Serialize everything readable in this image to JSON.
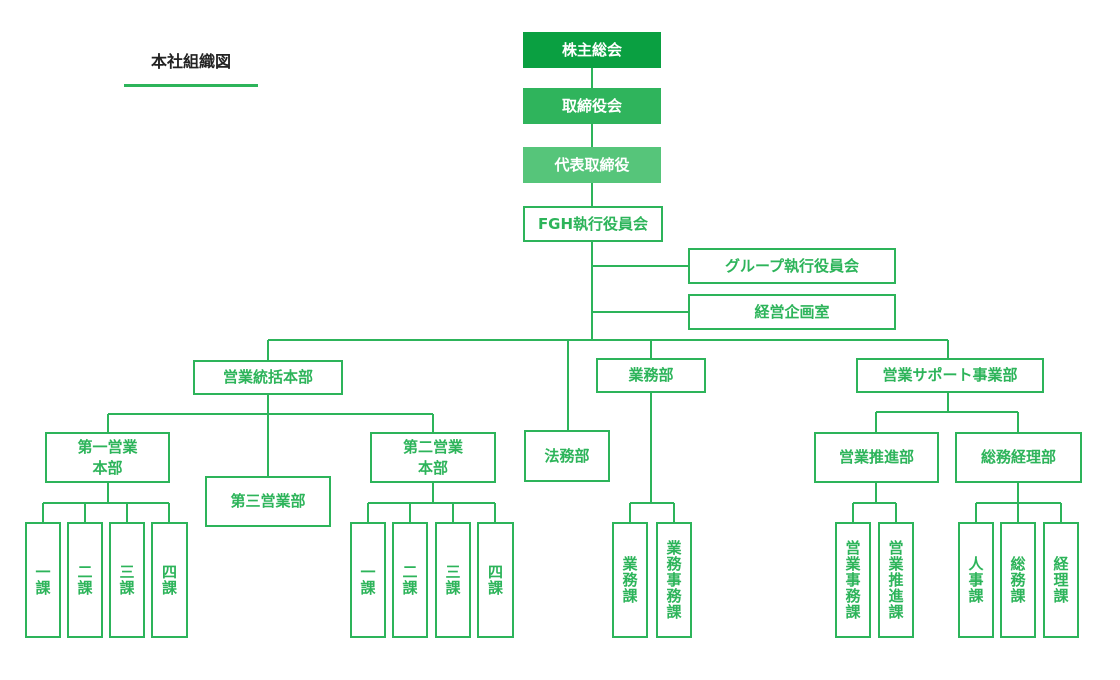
{
  "title": "本社組織図",
  "colors": {
    "line": "#2db45a",
    "fill_dark": "#0aa041",
    "fill_mid": "#2fb45c",
    "fill_light": "#56c57a"
  },
  "nodes": {
    "shareholders": "株主総会",
    "board": "取締役会",
    "ceo": "代表取締役",
    "fgh_exec": "FGH執行役員会",
    "group_exec": "グループ執行役員会",
    "planning": "経営企画室",
    "sales_hq": "営業統括本部",
    "ops": "業務部",
    "sales_support": "営業サポート事業部",
    "sales1": "第一営業\n本部",
    "sales3": "第三営業部",
    "sales2": "第二営業\n本部",
    "legal": "法務部",
    "promo": "営業推進部",
    "admin": "総務経理部",
    "s1_ka1": "一課",
    "s1_ka2": "二課",
    "s1_ka3": "三課",
    "s1_ka4": "四課",
    "s2_ka1": "一課",
    "s2_ka2": "二課",
    "s2_ka3": "三課",
    "s2_ka4": "四課",
    "ops_ka1": "業務課",
    "ops_ka2": "業務事務課",
    "promo_ka1": "営業事務課",
    "promo_ka2": "営業推進課",
    "admin_ka1": "人事課",
    "admin_ka2": "総務課",
    "admin_ka3": "経理課"
  }
}
